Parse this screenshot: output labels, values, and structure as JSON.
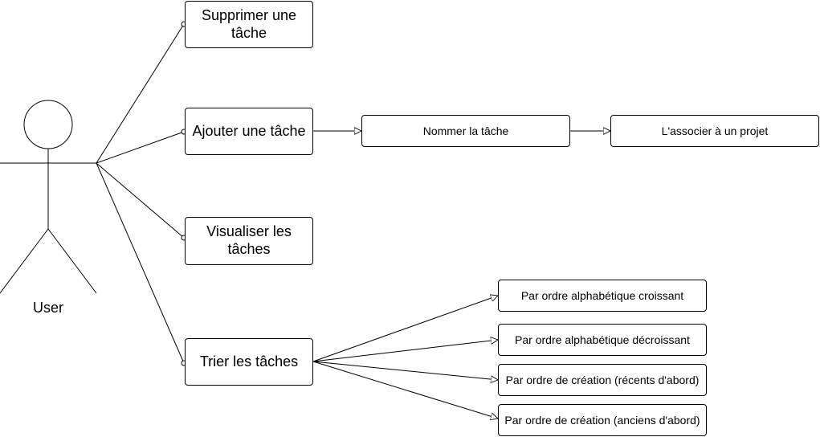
{
  "actor": {
    "label": "User"
  },
  "use_cases": {
    "delete": "Supprimer une tâche",
    "add": "Ajouter une tâche",
    "view": "Visualiser les tâches",
    "sort": "Trier les tâches"
  },
  "add_steps": {
    "name": "Nommer la tâche",
    "project": "L'associer à un projet"
  },
  "sort_options": {
    "alpha_asc": "Par ordre alphabétique croissant",
    "alpha_desc": "Par ordre alphabétique décroissant",
    "creation_recent": "Par ordre de création (récents d'abord)",
    "creation_old": "Par ordre de création (anciens d'abord)"
  }
}
